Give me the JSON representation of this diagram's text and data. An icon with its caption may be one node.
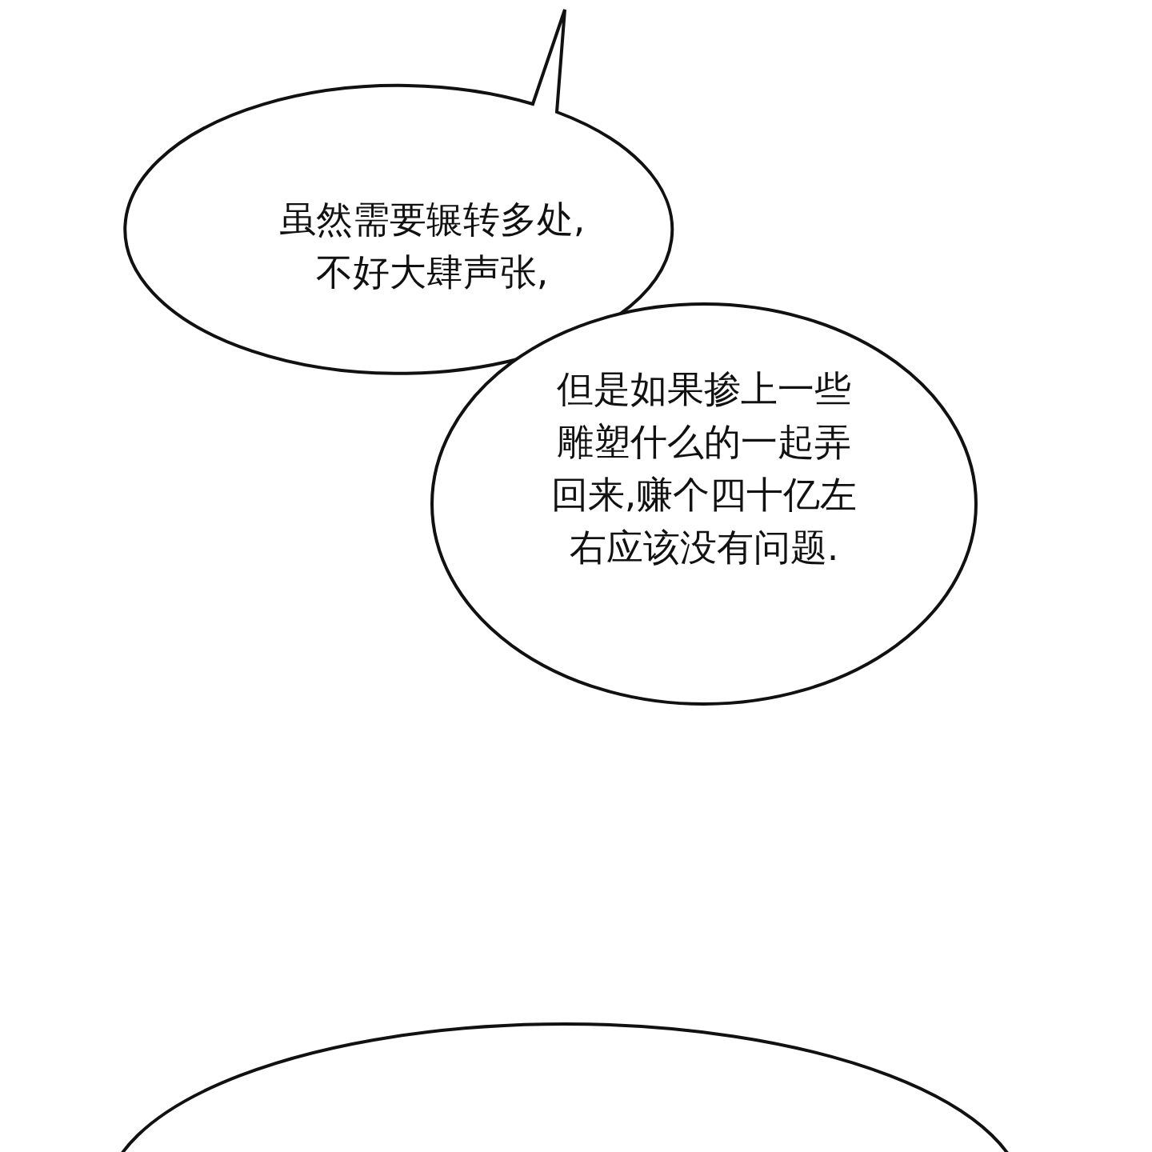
{
  "diagram": {
    "nodes": [
      {
        "text": [
          "虽然需要辗转多处,不好大肆声张,"
        ]
      },
      {
        "text": [
          "但是如果掺上一些雕塑什么的一起弄回来,赚个四十亿左右应该没有问题."
        ]
      },
      {
        "text": [],
        "shape": "bubble"
      }
    ],
    "edges": []
  }
}
